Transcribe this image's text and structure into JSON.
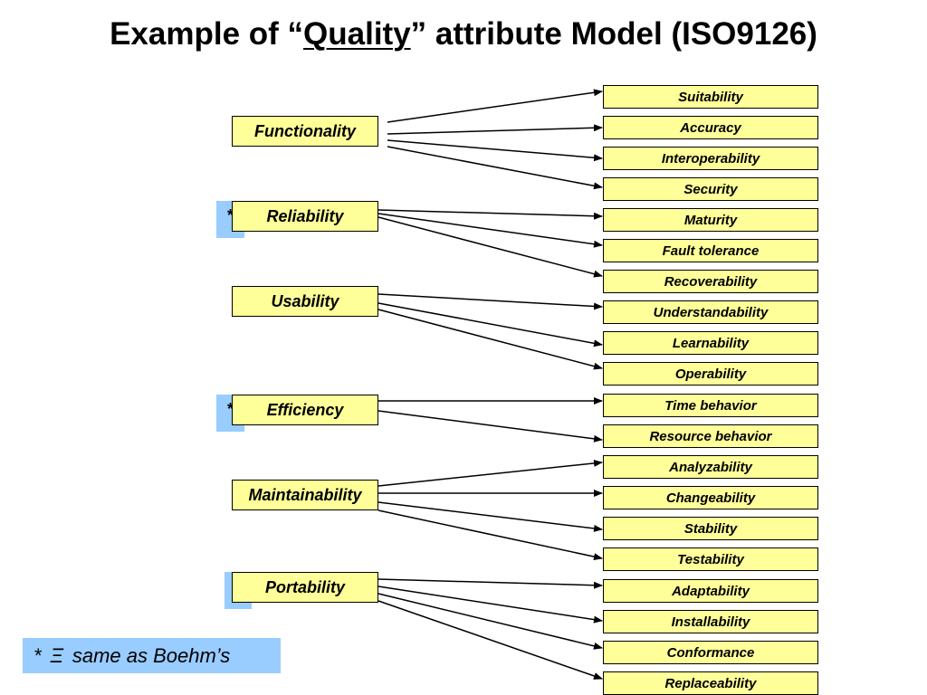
{
  "title": {
    "prefix": "Example of “",
    "highlight": "Quality",
    "suffix": "” attribute Model (ISO9126)"
  },
  "characteristics": [
    {
      "label": "Functionality",
      "starred": false
    },
    {
      "label": "Reliability",
      "starred": true
    },
    {
      "label": "Usability",
      "starred": false
    },
    {
      "label": "Efficiency",
      "starred": true
    },
    {
      "label": "Maintainability",
      "starred": false
    },
    {
      "label": "Portability",
      "starred": true
    }
  ],
  "subcharacteristics": [
    "Suitability",
    "Accuracy",
    "Interoperability",
    "Security",
    "Maturity",
    "Fault tolerance",
    "Recoverability",
    "Understandability",
    "Learnability",
    "Operability",
    "Time behavior",
    "Resource behavior",
    "Analyzability",
    "Changeability",
    "Stability",
    "Testability",
    "Adaptability",
    "Installability",
    "Conformance",
    "Replaceability"
  ],
  "star_mark": "*",
  "legend": {
    "star": "*",
    "equiv": "Ξ",
    "text": "same as Boehm’s"
  },
  "colors": {
    "box_fill": "#ffff99",
    "badge_fill": "#99ccff",
    "line": "#000000"
  }
}
